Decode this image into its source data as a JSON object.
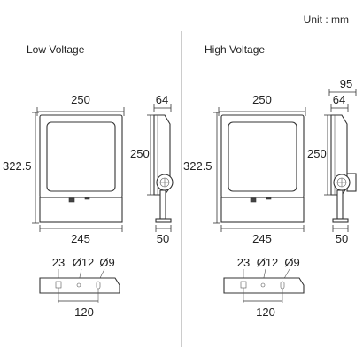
{
  "unit_label": "Unit : mm",
  "panels": [
    {
      "title": "Low Voltage",
      "front": {
        "width_top": "250",
        "height_left": "322.5",
        "width_bottom": "245"
      },
      "side": {
        "depth_top": "64",
        "height": "250",
        "base": "50"
      },
      "bottom": {
        "d1": "23",
        "d2": "Ø12",
        "d3": "Ø9",
        "spacing": "120"
      }
    },
    {
      "title": "High Voltage",
      "front": {
        "width_top": "250",
        "height_left": "322.5",
        "width_bottom": "245"
      },
      "side": {
        "depth_overall": "95",
        "depth_top": "64",
        "height": "250",
        "base": "50"
      },
      "bottom": {
        "d1": "23",
        "d2": "Ø12",
        "d3": "Ø9",
        "spacing": "120"
      }
    }
  ]
}
